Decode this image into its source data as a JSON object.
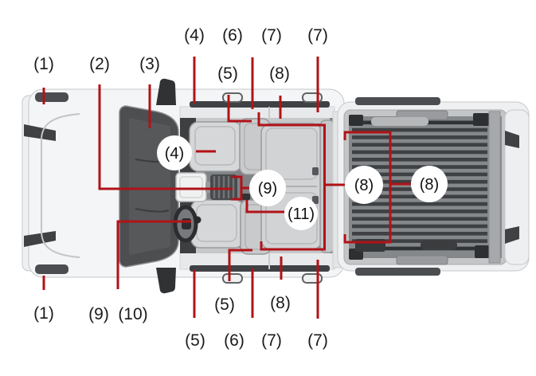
{
  "diagram": {
    "description": "Top (overhead) view of a pickup truck with numbered callouts",
    "colors": {
      "callout_line": "#b11217",
      "callout_text": "#1a1a1a",
      "body": "#f4f5f6",
      "glass": "#4c4e50",
      "bed_floor": "#85888b",
      "seats": "#d4d5d7"
    },
    "plain_callouts": [
      {
        "text": "(1)"
      },
      {
        "text": "(2)"
      },
      {
        "text": "(3)"
      },
      {
        "text": "(4)"
      },
      {
        "text": "(6)"
      },
      {
        "text": "(7)"
      },
      {
        "text": "(7)"
      },
      {
        "text": "(5)"
      },
      {
        "text": "(8)"
      },
      {
        "text": "(1)"
      },
      {
        "text": "(9)"
      },
      {
        "text": "(10)"
      },
      {
        "text": "(5)"
      },
      {
        "text": "(8)"
      },
      {
        "text": "(5)"
      },
      {
        "text": "(6)"
      },
      {
        "text": "(7)"
      },
      {
        "text": "(7)"
      }
    ],
    "circled_callouts": [
      {
        "text": "(4)"
      },
      {
        "text": "(9)"
      },
      {
        "text": "(11)"
      },
      {
        "text": "(8)"
      },
      {
        "text": "(8)"
      }
    ]
  }
}
